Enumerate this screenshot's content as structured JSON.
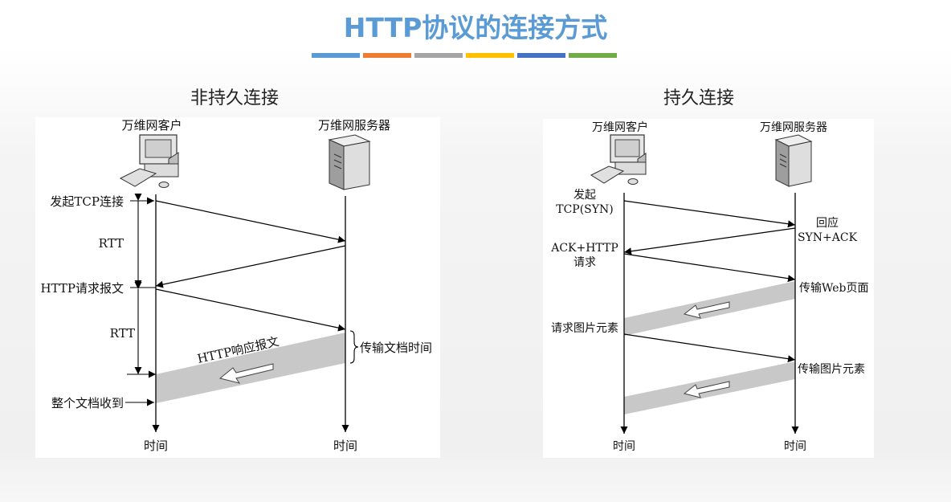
{
  "title": "HTTP协议的连接方式",
  "color_bars": [
    "#5b9bd5",
    "#ed7d31",
    "#a5a5a5",
    "#ffc000",
    "#4472c4",
    "#70ad47"
  ],
  "left": {
    "heading": "非持久连接",
    "client": "万维网客户",
    "server": "万维网服务器",
    "label_tcp": "发起TCP连接",
    "label_rtt1": "RTT",
    "label_http_req": "HTTP请求报文",
    "label_rtt2": "RTT",
    "label_response": "HTTP响应报文",
    "label_transfer_time": "传输文档时间",
    "label_received": "整个文档收到",
    "time_client": "时间",
    "time_server": "时间"
  },
  "right": {
    "heading": "持久连接",
    "client": "万维网客户",
    "server": "万维网服务器",
    "label_syn_1": "发起",
    "label_syn_2": "TCP(SYN)",
    "label_synack_1": "回应",
    "label_synack_2": "SYN+ACK",
    "label_ack_1": "ACK+HTTP",
    "label_ack_2": "请求",
    "label_web": "传输Web页面",
    "label_img_req": "请求图片元素",
    "label_img": "传输图片元素",
    "time_client": "时间",
    "time_server": "时间"
  }
}
